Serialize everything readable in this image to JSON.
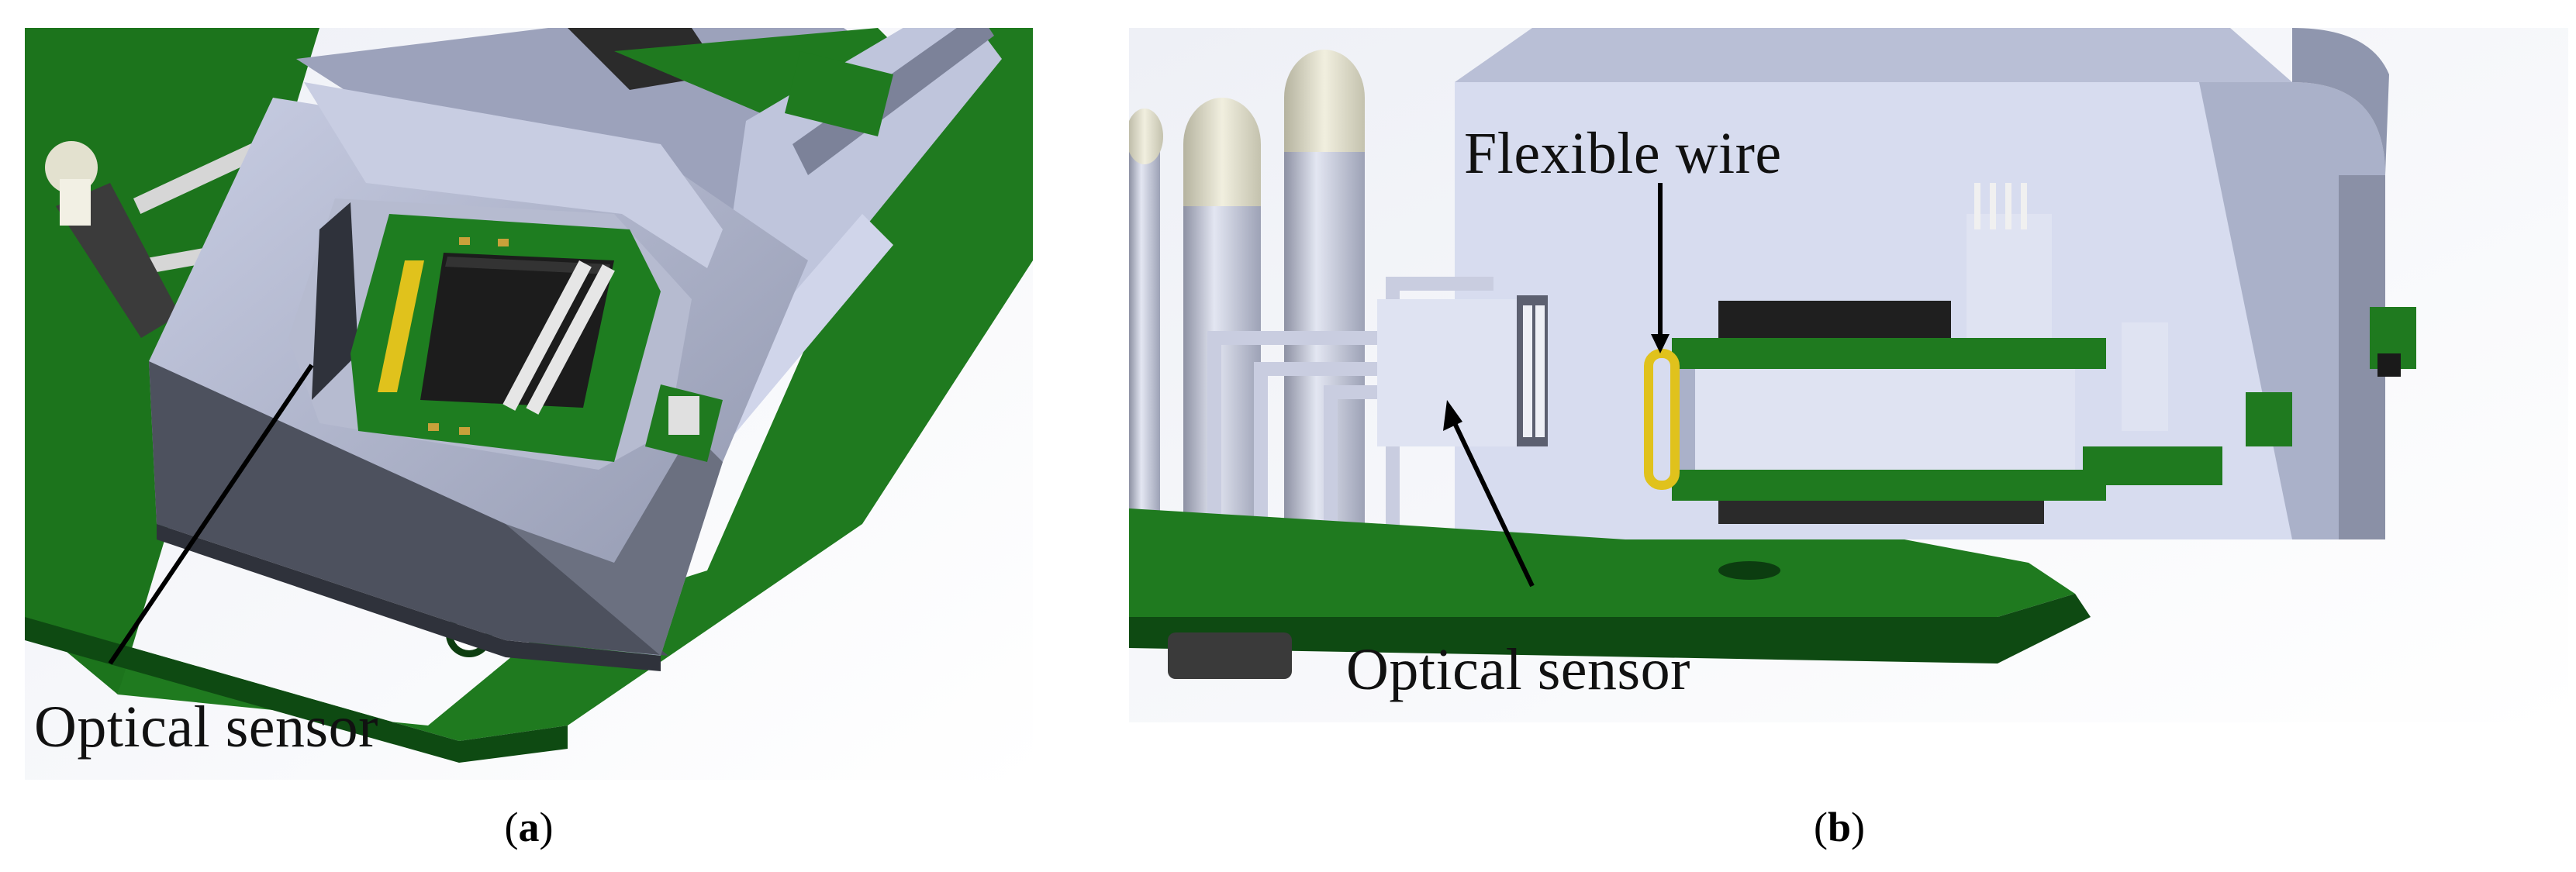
{
  "panels": [
    {
      "id": "a",
      "caption_open": "(",
      "caption_letter": "a",
      "caption_close": ")",
      "callouts": [
        {
          "label": "Optical sensor"
        }
      ]
    },
    {
      "id": "b",
      "caption_open": "(",
      "caption_letter": "b",
      "caption_close": ")",
      "callouts": [
        {
          "label": "Flexible wire"
        },
        {
          "label": "Optical sensor"
        }
      ]
    }
  ],
  "colors": {
    "pcb_green": "#1f7a1f",
    "pcb_dark": "#0e4a12",
    "housing_light": "#d7dcef",
    "housing_mid": "#aab1c9",
    "housing_dark": "#5b5f6d",
    "chip": "#1c1c1c",
    "flex_wire": "#e0c21c"
  }
}
